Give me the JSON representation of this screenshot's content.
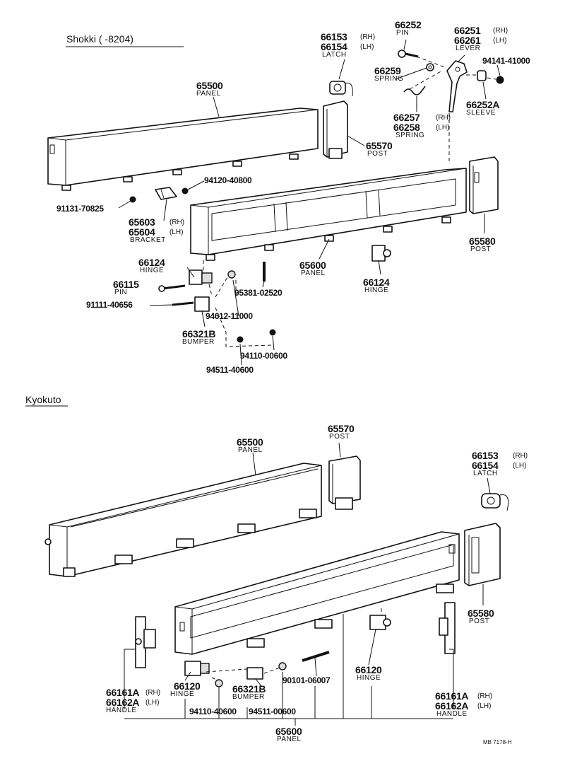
{
  "sections": {
    "shokki": "Shokki (          -8204)",
    "kyokuto": "Kyokuto"
  },
  "shokki_labels": {
    "p66153": "66153",
    "p66153_side": "(RH)",
    "p66154": "66154",
    "p66154_side": "(LH)",
    "latch": "LATCH",
    "p66252": "66252",
    "pin_a": "PIN",
    "p66251": "66251",
    "p66251_side": "(RH)",
    "p66261": "66261",
    "p66261_side": "(LH)",
    "lever": "LEVER",
    "p94141": "94141-41000",
    "p66259": "66259",
    "spring_a": "SPRING",
    "p66252A": "66252A",
    "sleeve": "SLEEVE",
    "p66257": "66257",
    "p66257_side": "(RH)",
    "p66258": "66258",
    "p66258_side": "(LH)",
    "spring_b": "SPRING",
    "p65500": "65500",
    "panel_a": "PANEL",
    "p65570": "65570",
    "post_a": "POST",
    "p94120": "94120-40800",
    "p91131": "91131-70825",
    "p65603": "65603",
    "p65603_side": "(RH)",
    "p65604": "65604",
    "p65604_side": "(LH)",
    "bracket": "BRACKET",
    "p65580": "65580",
    "post_b": "POST",
    "p66124a": "66124",
    "hinge_a": "HINGE",
    "p65600": "65600",
    "panel_b": "PANEL",
    "p66115": "66115",
    "pin_b": "PIN",
    "p95381": "95381-02520",
    "p66124b": "66124",
    "hinge_b": "HINGE",
    "p91111": "91111-40656",
    "p94612": "94612-11000",
    "p66321B": "66321B",
    "bumper": "BUMPER",
    "p94110": "94110-00600",
    "p94511": "94511-40600"
  },
  "kyokuto_labels": {
    "p65570": "65570",
    "post_a": "POST",
    "p65500": "65500",
    "panel_a": "PANEL",
    "p66153": "66153",
    "p66153_side": "(RH)",
    "p66154": "66154",
    "p66154_side": "(LH)",
    "latch": "LATCH",
    "p65580": "65580",
    "post_b": "POST",
    "p66120a": "66120",
    "hinge_a": "HINGE",
    "p66161Aa": "66161A",
    "p66161Aa_side": "(RH)",
    "p66162Aa": "66162A",
    "p66162Aa_side": "(LH)",
    "handle_a": "HANDLE",
    "p66120b": "66120",
    "hinge_b": "HINGE",
    "p66321B": "66321B",
    "bumper": "BUMPER",
    "p90101": "90101-06007",
    "p94110": "94110-40600",
    "p94511": "94511-00600",
    "p66161Ab": "66161A",
    "p66161Ab_side": "(RH)",
    "p66162Ab": "66162A",
    "p66162Ab_side": "(LH)",
    "handle_b": "HANDLE",
    "p65600": "65600",
    "panel_b": "PANEL"
  },
  "figure_code": "MB 7178-H"
}
